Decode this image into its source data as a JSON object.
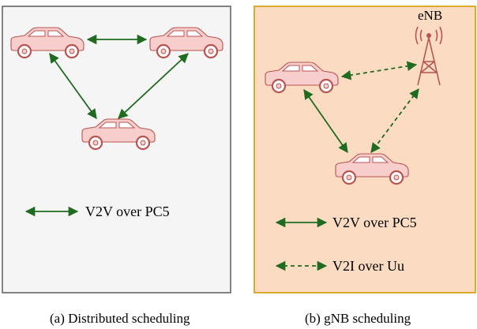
{
  "panel_a": {
    "legend_v2v": "V2V over PC5",
    "caption": "(a)  Distributed scheduling"
  },
  "panel_b": {
    "enb_label": "eNB",
    "legend_v2v": "V2V over PC5",
    "legend_v2i": "V2I over Uu",
    "caption": "(b)  gNB scheduling"
  },
  "colors": {
    "panel_a_fill": "#f5f5f5",
    "panel_a_border": "#666666",
    "panel_b_fill": "#fbdcc2",
    "panel_b_border": "#d79b00",
    "vehicle_fill": "#f8cecc",
    "vehicle_stroke": "#b85450",
    "link_color": "#1f6b1f"
  },
  "icons": {
    "vehicle": "car-icon",
    "base_station": "cell-tower-icon"
  }
}
